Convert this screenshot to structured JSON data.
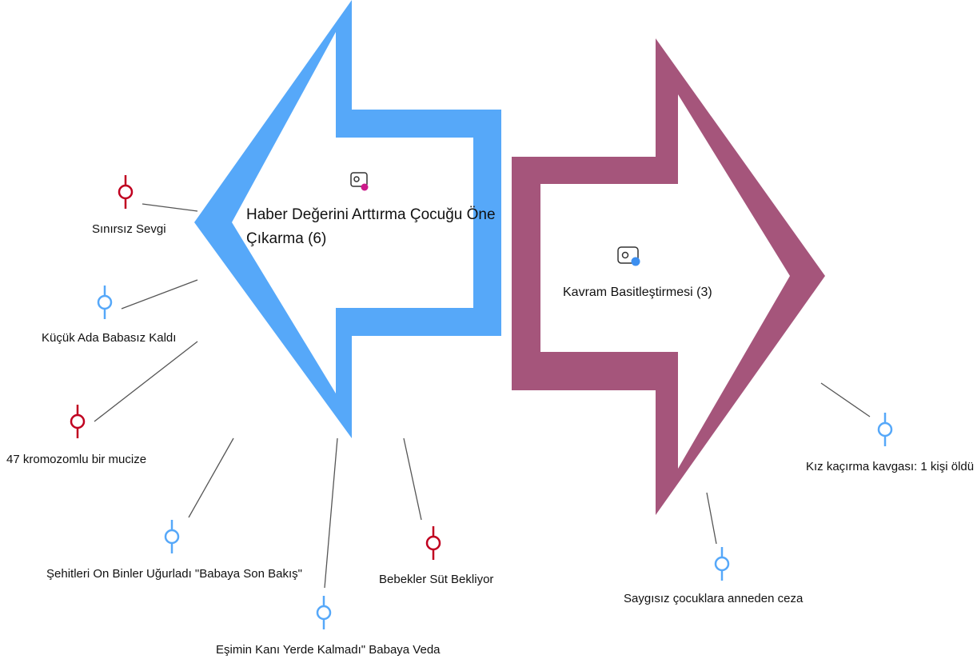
{
  "colors": {
    "blue": "#56a8f9",
    "magenta": "#a5557b",
    "red": "#c00020",
    "connector": "#555555",
    "code_dot_pink": "#cc1a8a",
    "code_dot_blue": "#3c8ff0"
  },
  "codes": [
    {
      "label_line1": "Haber Değerini Arttırma Çocuğu Öne",
      "label_line2": "Çıkarma (6)",
      "color": "blue",
      "icon": "code-tag-icon"
    },
    {
      "label": "Kavram Basitleştirmesi (3)",
      "color": "magenta",
      "icon": "code-tag-icon"
    }
  ],
  "documents": [
    {
      "label": "Sınırsız Sevgi",
      "color": "red"
    },
    {
      "label": "Küçük Ada Babasız Kaldı",
      "color": "blue"
    },
    {
      "label": "47 kromozomlu bir mucize",
      "color": "red"
    },
    {
      "label": "Şehitleri On Binler Uğurladı \"Babaya Son Bakış\"",
      "color": "blue"
    },
    {
      "label": "Eşimin Kanı Yerde Kalmadı\" Babaya Veda",
      "color": "blue"
    },
    {
      "label": "Bebekler Süt Bekliyor",
      "color": "red"
    },
    {
      "label": "Kız kaçırma kavgası: 1 kişi öldü",
      "color": "blue"
    },
    {
      "label": "Saygısız çocuklara anneden ceza",
      "color": "blue"
    }
  ]
}
